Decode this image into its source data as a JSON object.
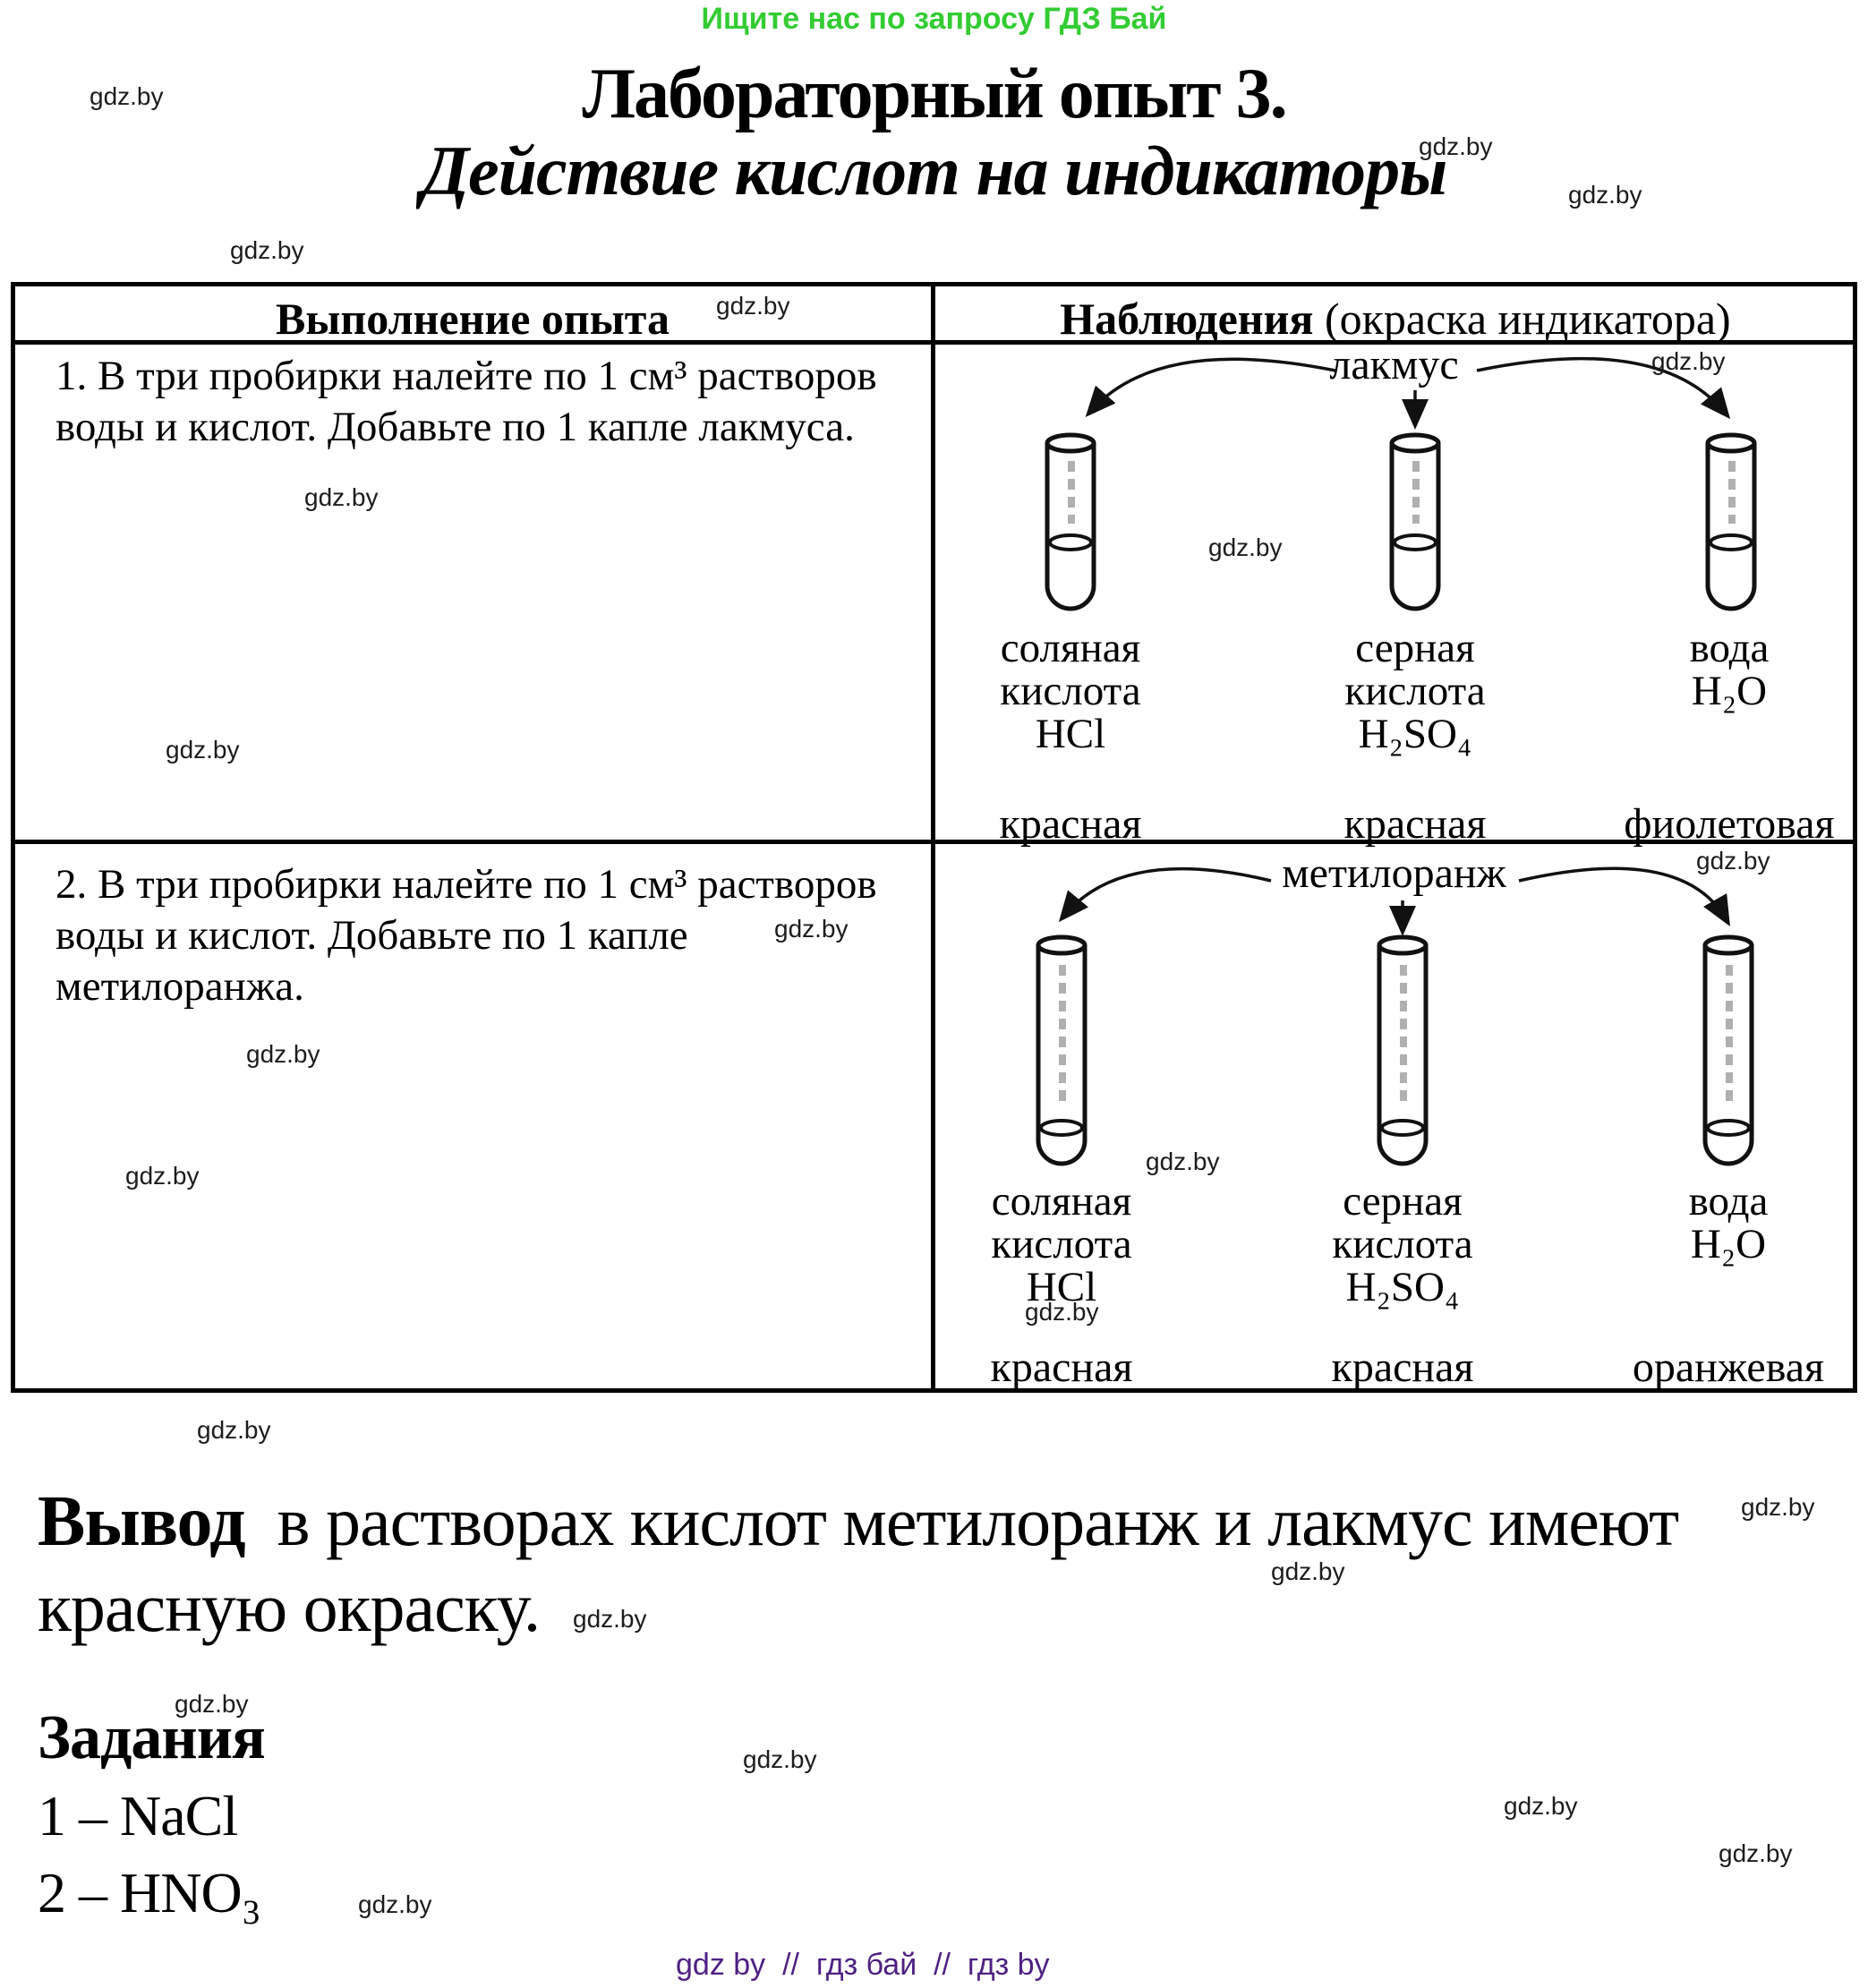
{
  "banner": {
    "text": "Ищите нас по запросу ГДЗ Бай"
  },
  "watermark": {
    "text": "gdz.by"
  },
  "header": {
    "title": "Лабораторный опыт 3.",
    "subtitle": "Действие кислот на индикаторы"
  },
  "table": {
    "col1_header": "Выполнение опыта",
    "col2_header_bold": "Наблюдения",
    "col2_header_note": " (окраска индикатора)",
    "rows": [
      {
        "instructions": [
          "1. В три пробирки налейте по 1 см³ растворов",
          "воды и кислот. Добавьте по 1 капле лакмуса.",
          ""
        ],
        "indicator": "лакмус",
        "tubes": [
          {
            "lines": [
              "соляная",
              "кислота",
              "HCl"
            ],
            "result": "красная"
          },
          {
            "lines": [
              "серная",
              "кислота",
              "H₂SO₄"
            ],
            "result": "красная"
          },
          {
            "lines": [
              "вода",
              "H₂O"
            ],
            "result": "фиолетовая"
          }
        ]
      },
      {
        "instructions": [
          "2. В три пробирки налейте по 1 см³ растворов",
          "воды и кислот. Добавьте по 1 капле",
          "метилоранжа."
        ],
        "indicator": "метилоранж",
        "tubes": [
          {
            "lines": [
              "соляная",
              "кислота",
              "HCl"
            ],
            "result": "красная"
          },
          {
            "lines": [
              "серная",
              "кислота",
              "H₂SO₄"
            ],
            "result": "красная"
          },
          {
            "lines": [
              "вода",
              "H₂O"
            ],
            "result": "оранжевая"
          }
        ]
      }
    ]
  },
  "conclusion": {
    "label": "Вывод",
    "text_line1": "в растворах кислот метилоранж и лакмус имеют",
    "text_line2": "красную окраску."
  },
  "tasks": {
    "heading": "Задания",
    "items": [
      "1 – NaCl",
      "2 – HNO₃"
    ]
  },
  "footer": {
    "text": "gdz by  //  гдз бай  //  гдз by"
  },
  "colors": {
    "banner_green": "#33cc33",
    "footer_purple": "#4e2183",
    "ink": "#000000"
  }
}
